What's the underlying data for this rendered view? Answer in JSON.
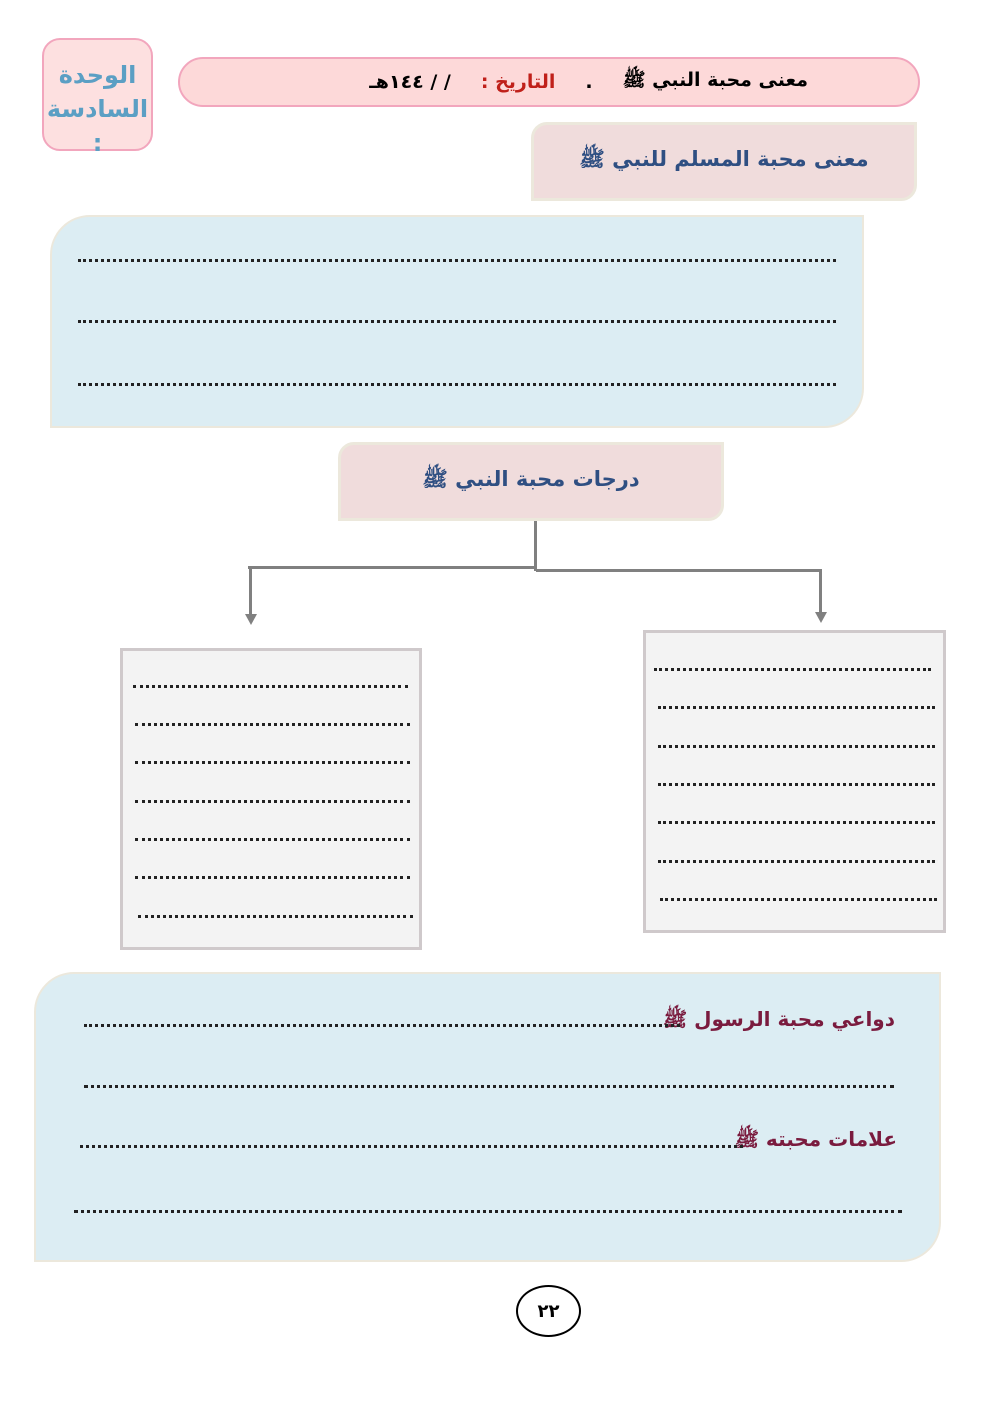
{
  "unit": {
    "line1": "الوحدة",
    "line2": "السادسة :"
  },
  "header": {
    "lesson": "معنى محبة النبي ﷺ",
    "dot": ".",
    "date_label": "التاريخ :",
    "date_value": "/ / ١٤٤هـ"
  },
  "section1": {
    "title": "معنى محبة المسلم للنبي ﷺ"
  },
  "section2": {
    "title": "درجات محبة النبي ﷺ"
  },
  "section3": {
    "label1": "دواعي محبة الرسول ﷺ",
    "label2": "علامات محبته ﷺ"
  },
  "page_number": "٢٢"
}
